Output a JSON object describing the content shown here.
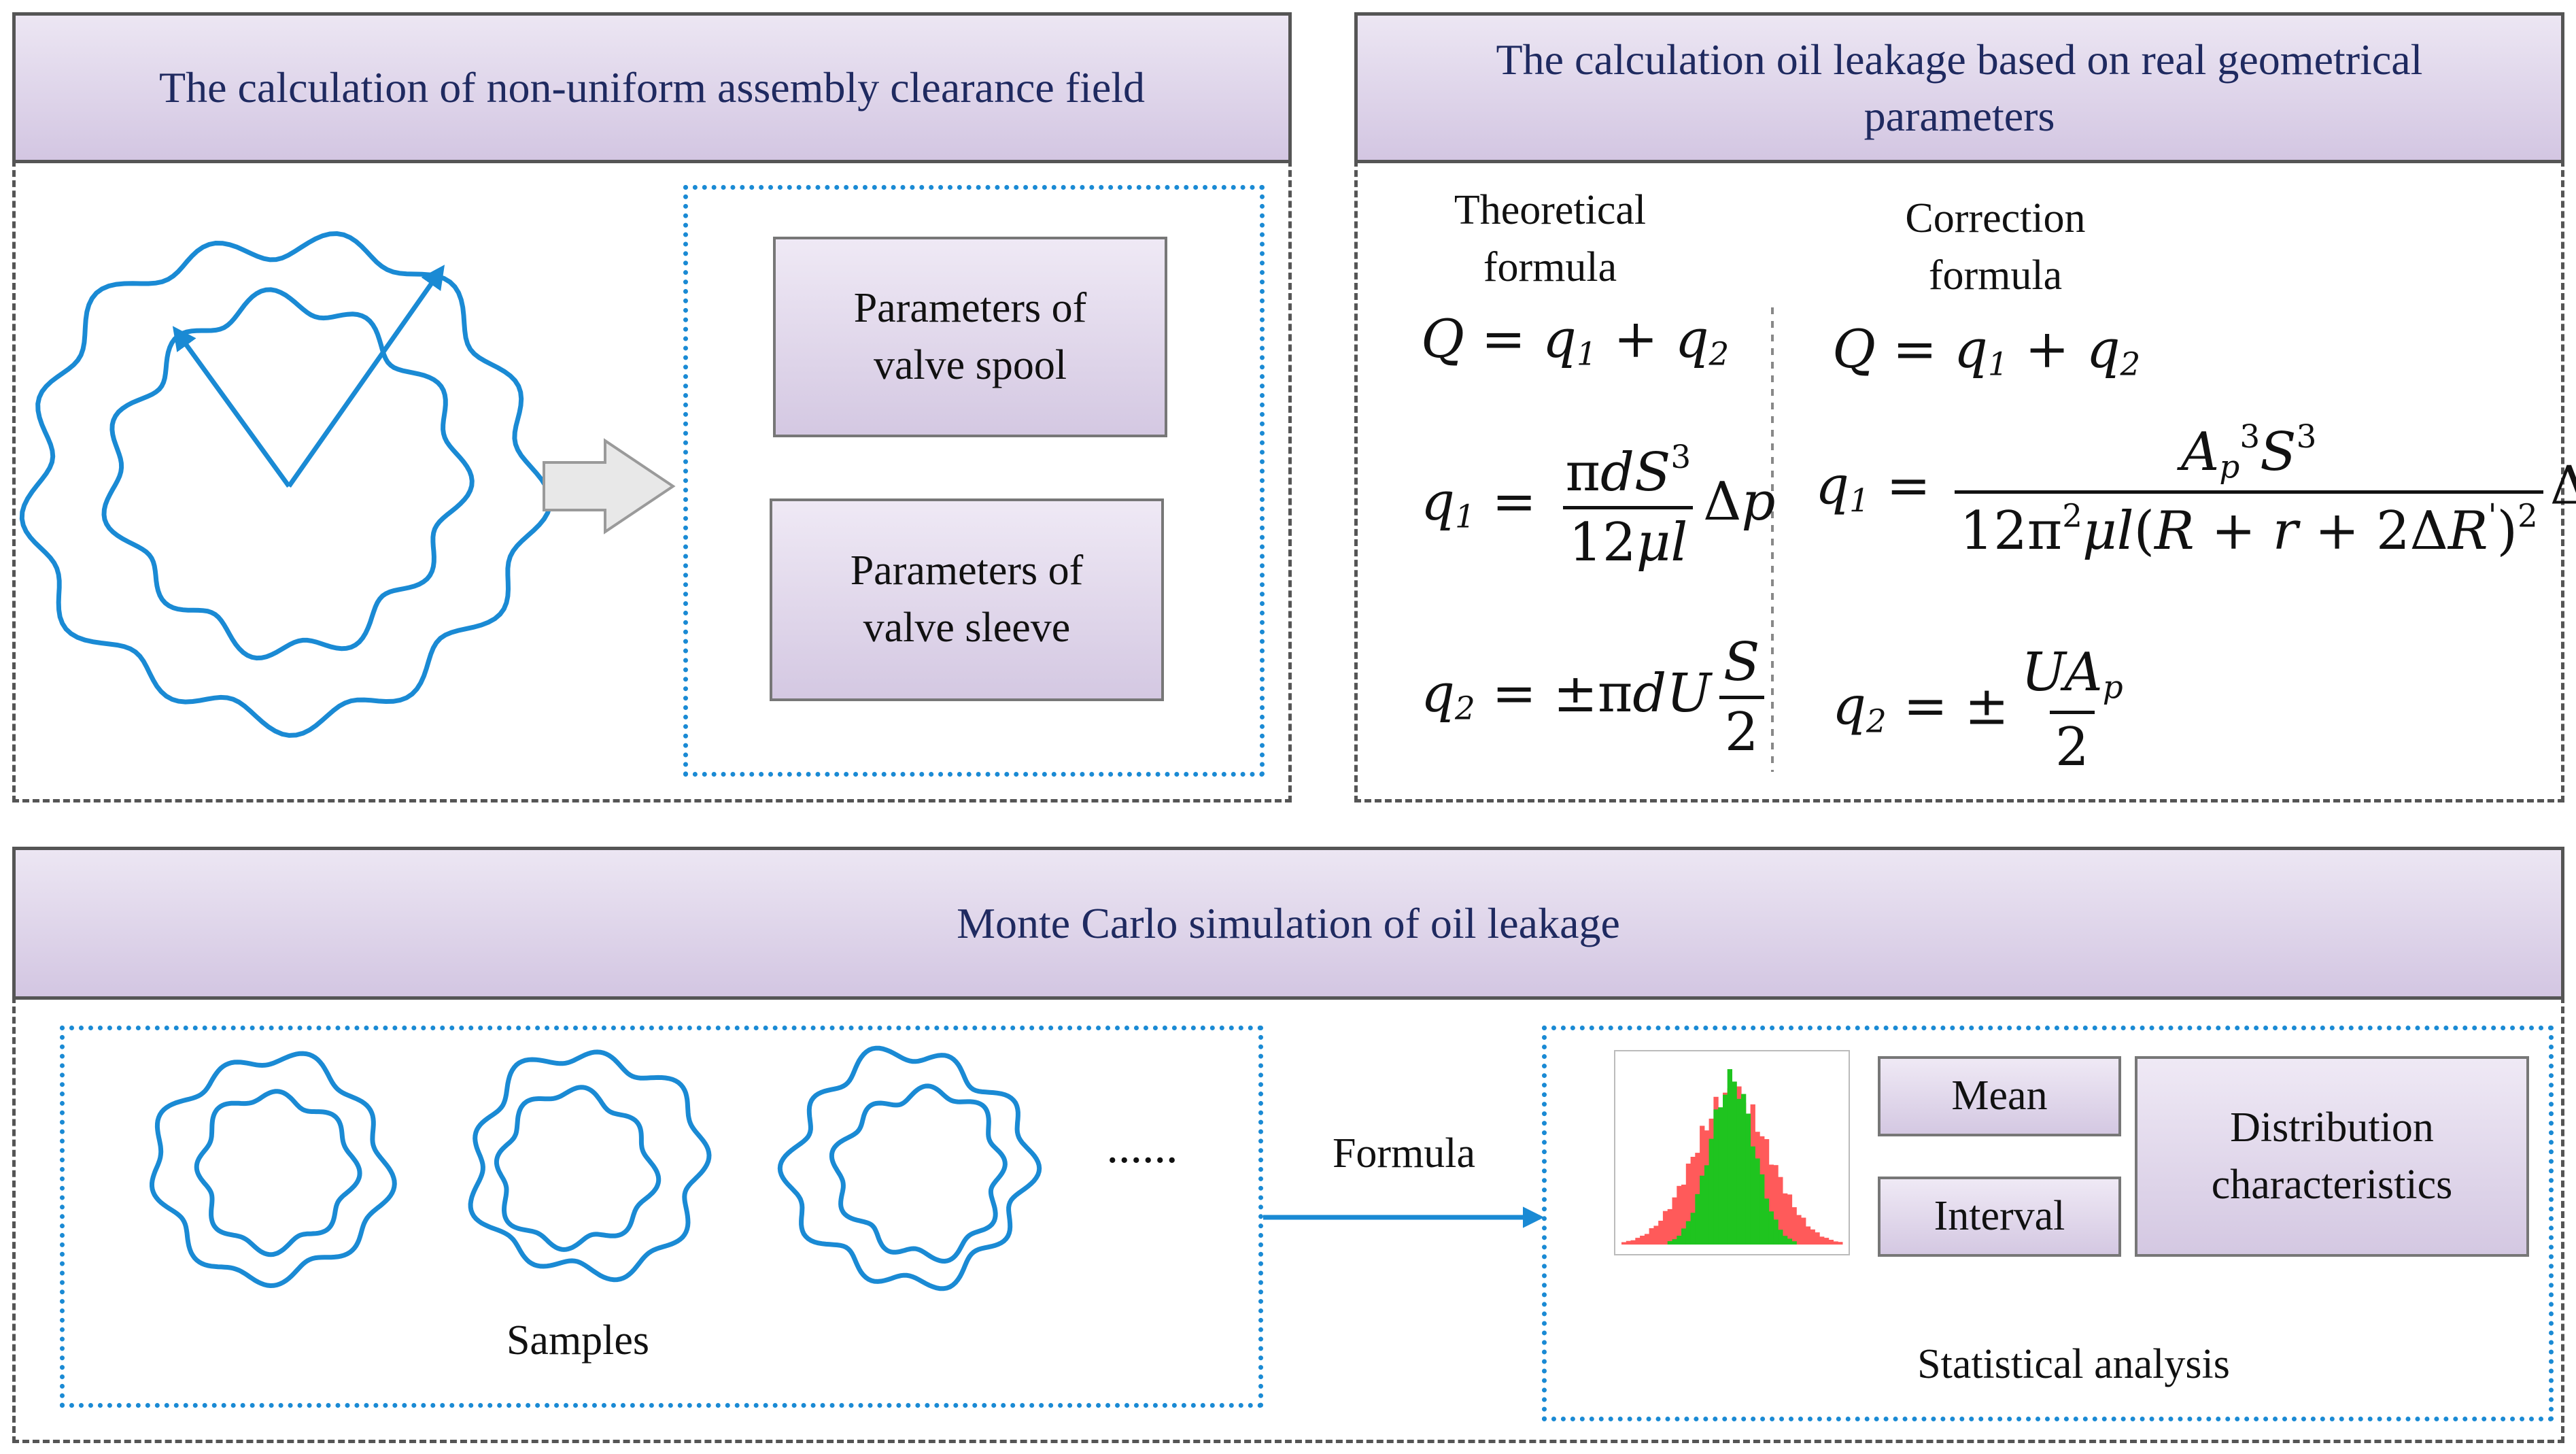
{
  "colors": {
    "curve": "#1a8ad4",
    "header_top": "#ece6f3",
    "header_bottom": "#d3c6e2",
    "hist_red": "#ff5a5a",
    "hist_green": "#1fc41f"
  },
  "panel1": {
    "title": "The calculation of non-uniform assembly clearance field",
    "spool_label": "Parameters of valve spool",
    "sleeve_label": "Parameters of valve sleeve"
  },
  "panel2": {
    "title": "The calculation oil leakage based on real geometrical parameters",
    "theoretical_label": "Theoretical formula",
    "correction_label": "Correction formula"
  },
  "panel3": {
    "title": "Monte Carlo simulation of oil leakage",
    "samples_label": "Samples",
    "ellipsis": "......",
    "formula_label": "Formula",
    "mean_label": "Mean",
    "interval_label": "Interval",
    "distribution_label": "Distribution characteristics",
    "statistical_label": "Statistical analysis"
  }
}
